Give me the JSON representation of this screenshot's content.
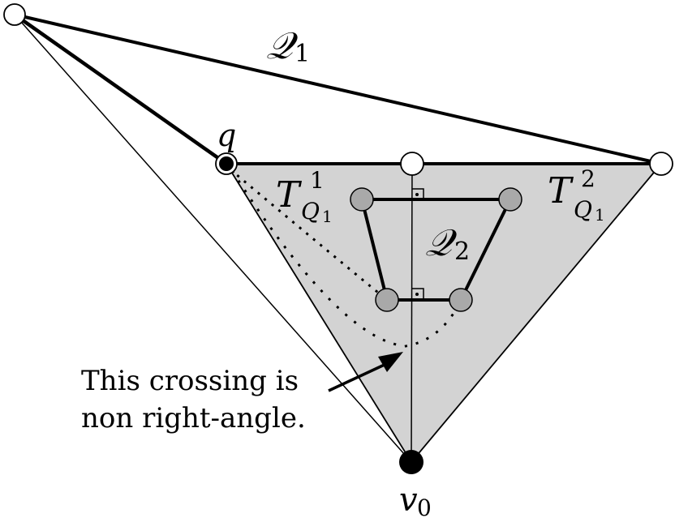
{
  "diagram": {
    "labels": {
      "q1": "𝒬",
      "q1_sub": "1",
      "q2": "𝒬",
      "q2_sub": "2",
      "q": "q",
      "v0": "v",
      "v0_sub": "0",
      "t1": "T",
      "t1_sup": "1",
      "t1_sub": "Q",
      "t1_subsub": "1",
      "t2": "T",
      "t2_sup": "2",
      "t2_sub": "Q",
      "t2_subsub": "1"
    },
    "annotation": {
      "line1": "This crossing is",
      "line2": "non right-angle."
    },
    "colors": {
      "region_fill": "#d3d3d3",
      "gray_node": "#a9a9a9",
      "stroke": "#000000",
      "white_node": "#ffffff"
    }
  }
}
